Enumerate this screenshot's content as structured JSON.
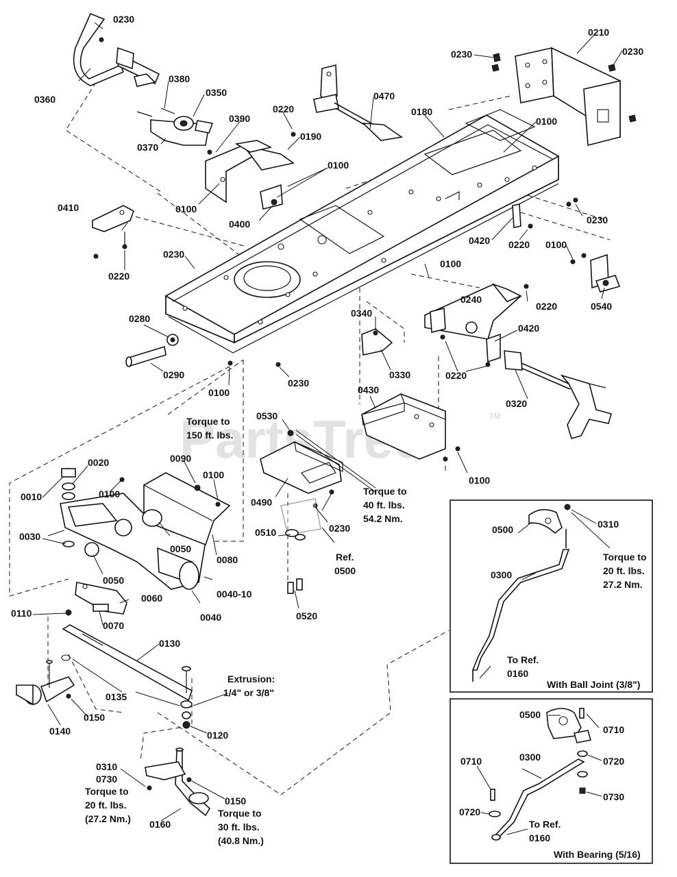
{
  "watermark": {
    "text": "PartsTree",
    "trademark": "TM"
  },
  "labels": {
    "l0230a": "0230",
    "l0360": "0360",
    "l0380": "0380",
    "l0350": "0350",
    "l0370": "0370",
    "l0220a": "0220",
    "l0390": "0390",
    "l0190": "0190",
    "l0100a": "0100",
    "l0100b": "0100",
    "l0400": "0400",
    "l0470": "0470",
    "l0180": "0180",
    "l0230b": "0230",
    "l0210": "0210",
    "l0230c": "0230",
    "l0100c": "0100",
    "l0410": "0410",
    "l0220b": "0220",
    "l0230d": "0230",
    "l0420a": "0420",
    "l0220c": "0220",
    "l0230e": "0230",
    "l0100d": "0100",
    "l0540": "0540",
    "l0100e": "0100",
    "l0240": "0240",
    "l0220d": "0220",
    "l0340": "0340",
    "l0420b": "0420",
    "l0330": "0330",
    "l0220e": "0220",
    "l0280": "0280",
    "l0290": "0290",
    "l0230f": "0230",
    "l0100f": "0100",
    "l0320": "0320",
    "l0430": "0430",
    "l0530": "0530",
    "l0100g": "0100",
    "l0490": "0490",
    "l0230g": "0230",
    "l0510": "0510",
    "l0520": "0520",
    "l0500ref": "0500",
    "l0010": "0010",
    "l0020": "0020",
    "l0100h": "0100",
    "l0090": "0090",
    "l0100i": "0100",
    "l0030": "0030",
    "l0050a": "0050",
    "l0080": "0080",
    "l0050b": "0050",
    "l0040-10": "0040-10",
    "l0060": "0060",
    "l0040": "0040",
    "l0110": "0110",
    "l0070": "0070",
    "l0130": "0130",
    "l0135": "0135",
    "l0140": "0140",
    "l0150a": "0150",
    "l0120": "0120",
    "l0150b": "0150",
    "l0160": "0160",
    "l0310a": "0310",
    "l0730a": "0730",
    "i1_0500": "0500",
    "i1_0310": "0310",
    "i1_0300": "0300",
    "i1_0160": "0160",
    "i2_0500": "0500",
    "i2_0710a": "0710",
    "i2_0710b": "0710",
    "i2_0300": "0300",
    "i2_0720a": "0720",
    "i2_0720b": "0720",
    "i2_0730": "0730",
    "i2_0160": "0160"
  },
  "notes": {
    "torque150_l1": "Torque to",
    "torque150_l2": "150 ft. lbs.",
    "torque40_l1": "Torque to",
    "torque40_l2": "40 ft. lbs.",
    "torque40_l3": "54.2 Nm.",
    "ref0500_l1": "Ref.",
    "extrusion_l1": "Extrusion:",
    "extrusion_l2": "1/4\" or 3/8\"",
    "torque20_l1": "Torque to",
    "torque20_l2": "20 ft. lbs.",
    "torque20_l3": "(27.2 Nm.)",
    "torque30_l1": "Torque to",
    "torque30_l2": "30 ft. lbs.",
    "torque30_l3": "(40.8 Nm.)",
    "inset1_torque_l1": "Torque to",
    "inset1_torque_l2": "20 ft. lbs.",
    "inset1_torque_l3": "27.2 Nm.",
    "inset1_toref": "To Ref.",
    "inset2_toref": "To Ref."
  },
  "insets": {
    "ball_joint": {
      "caption": "With Ball Joint (3/8\")"
    },
    "bearing": {
      "caption": "With Bearing (5/16)"
    }
  }
}
